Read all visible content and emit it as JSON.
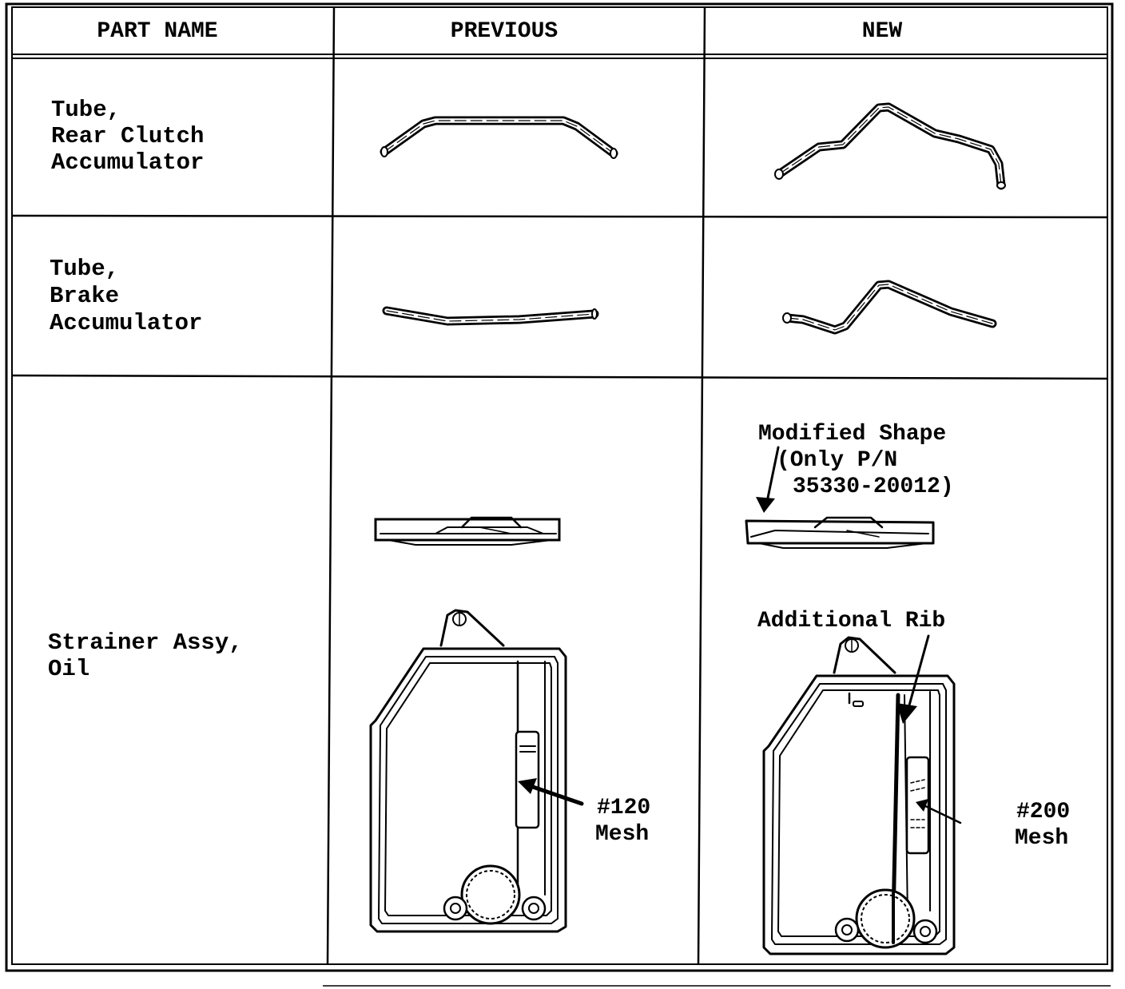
{
  "table": {
    "headers": {
      "part_name": "PART NAME",
      "previous": "PREVIOUS",
      "new": "NEW"
    },
    "rows": [
      {
        "part_name_lines": [
          "Tube,",
          "Rear Clutch",
          "Accumulator"
        ]
      },
      {
        "part_name_lines": [
          "Tube,",
          "Brake",
          "Accumulator"
        ]
      },
      {
        "part_name_lines": [
          "Strainer Assy,",
          "Oil"
        ]
      }
    ]
  },
  "annotations": {
    "previous_mesh": [
      "#120",
      "Mesh"
    ],
    "new_mesh": [
      "#200",
      "Mesh"
    ],
    "modified_shape": [
      "Modified Shape",
      "(Only P/N",
      "35330-20012)"
    ],
    "additional_rib": "Additional Rib"
  },
  "colors": {
    "ink": "#000000",
    "paper": "#ffffff"
  }
}
